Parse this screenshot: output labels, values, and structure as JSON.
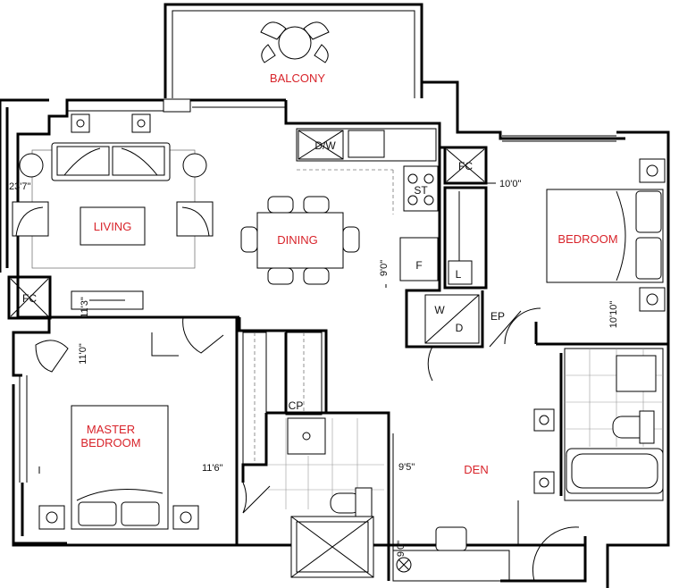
{
  "rooms": {
    "balcony": "BALCONY",
    "living": "LIVING",
    "dining": "DINING",
    "bedroom": "BEDROOM",
    "master_line1": "MASTER",
    "master_line2": "BEDROOM",
    "den": "DEN"
  },
  "fixtures": {
    "dishwasher": "D/W",
    "stove": "ST",
    "fireplace_top": "FC",
    "fireplace_left": "FC",
    "fridge": "F",
    "linen": "L",
    "washer": "W",
    "dryer": "D",
    "electrical_panel": "EP",
    "closet_pantry": "CP"
  },
  "dimensions": {
    "living_width": "23'7\"",
    "living_depth": "11'3\"",
    "bedroom_width": "10'0\"",
    "bedroom_depth": "10'10\"",
    "dining_depth": "9'0\"",
    "master_depth": "11'0\"",
    "master_width": "11'6\"",
    "den_width": "9'5\"",
    "den_depth": "9'0\""
  }
}
